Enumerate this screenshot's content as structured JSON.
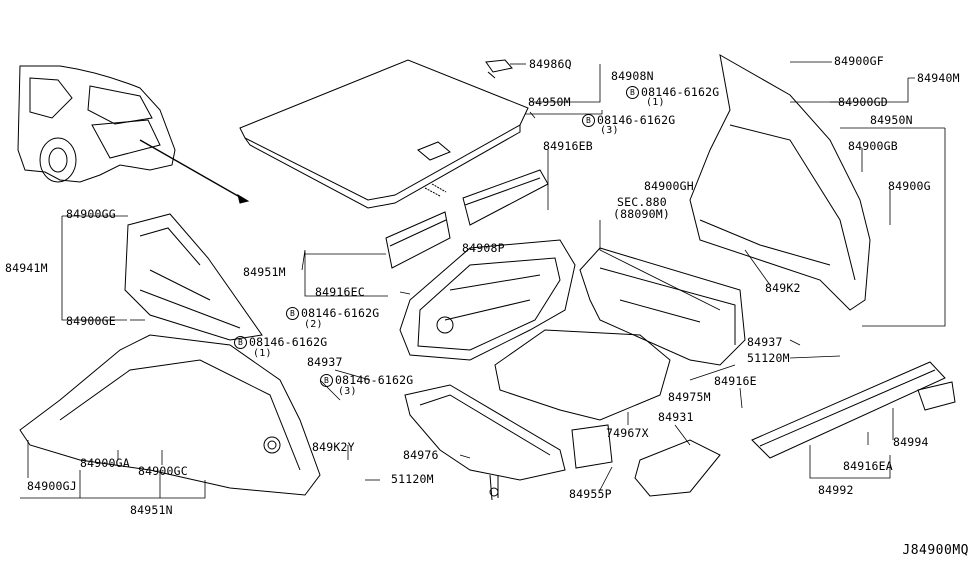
{
  "diagram_id": "J84900MQ",
  "labels": {
    "p84986Q": "84986Q",
    "p84908N": "84908N",
    "p84950M": "84950M",
    "p84916EB": "84916EB",
    "p84951M": "84951M",
    "p84916EC": "84916EC",
    "p84908P": "84908P",
    "p84900GG": "84900GG",
    "p84941M": "84941M",
    "p84900GE": "84900GE",
    "p84900GF": "84900GF",
    "p84940M": "84940M",
    "p84900GD": "84900GD",
    "p84950N": "84950N",
    "p84900GB": "84900GB",
    "p84900G": "84900G",
    "p84900GH": "84900GH",
    "sec880": "SEC.880",
    "sec880sub": "(88090M)",
    "p849K2": "849K2",
    "p84937a": "84937",
    "p51120Ma": "51120M",
    "p84975M": "84975M",
    "p84916E": "84916E",
    "p74967X": "74967X",
    "p84931": "84931",
    "p84994": "84994",
    "p84916EA": "84916EA",
    "p84992": "84992",
    "p84955P": "84955P",
    "p84976": "84976",
    "p84937b": "84937",
    "p849K2Y": "849K2Y",
    "p51120Mb": "51120M",
    "p84900GA": "84900GA",
    "p84900GC": "84900GC",
    "p84900GJ": "84900GJ",
    "p84951N": "84951N",
    "bolt": "B",
    "b1": "08146-6162G",
    "b1q": "(1)",
    "b2": "08146-6162G",
    "b2q": "(3)",
    "b3": "08146-6162G",
    "b3q": "(2)",
    "b4": "08146-6162G",
    "b4q": "(1)",
    "b5": "08146-6162G",
    "b5q": "(3)"
  }
}
